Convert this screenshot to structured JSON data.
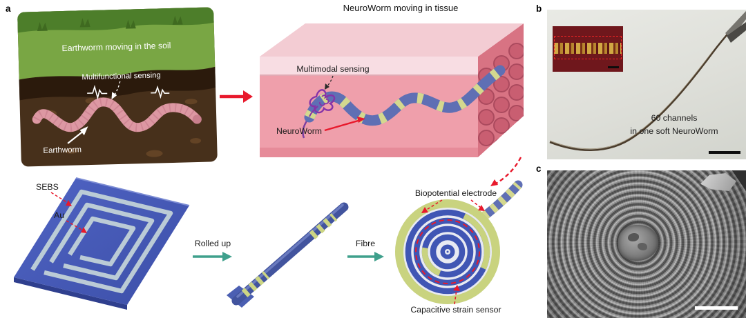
{
  "panel_a": {
    "label": "a",
    "soil": {
      "title": "Earthworm moving in the soil",
      "sensing_label": "Multifunctional sensing",
      "worm_label": "Earthworm"
    },
    "tissue": {
      "title": "NeuroWorm moving in tissue",
      "sensing_label": "Multimodal sensing",
      "worm_label": "NeuroWorm"
    },
    "film": {
      "substrate_label": "SEBS",
      "metal_label": "Au"
    },
    "process": {
      "step1_label": "Rolled up",
      "step2_label": "Fibre"
    },
    "coil": {
      "electrode_label": "Biopotential electrode",
      "sensor_label": "Capacitive strain sensor"
    }
  },
  "panel_b": {
    "label": "b",
    "caption_line1": "60 channels",
    "caption_line2": "in one soft NeuroWorm"
  },
  "panel_c": {
    "label": "c"
  },
  "colors": {
    "accent_red": "#e8192c",
    "process_arrow_teal": "#3fa08c",
    "device_blue": "#4a5cae",
    "electrode_green": "#ccd584"
  }
}
